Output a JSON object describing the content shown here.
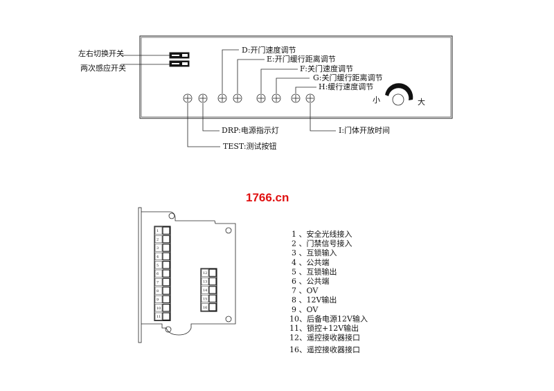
{
  "panel": {
    "switches": [
      "左右切换开关",
      "两次感应开关"
    ],
    "adjusters": {
      "d": "D:开门速度调节",
      "e": "E:开门缓行距离调节",
      "f": "F:关门速度调节",
      "g": "G:关门缓行距离调节",
      "h": "H:缓行速度调节",
      "i": "I:门体开放时间",
      "drp": "DRP:电源指示灯",
      "test": "TEST:测试按钮"
    },
    "knob": {
      "min_label": "小",
      "max_label": "大"
    }
  },
  "watermark": "1766.cn",
  "board": {
    "block_a": [
      "1",
      "2",
      "3",
      "4",
      "5",
      "6",
      "7",
      "8",
      "9",
      "10",
      "11"
    ],
    "block_b": [
      "12",
      "13",
      "14",
      "15",
      "16"
    ]
  },
  "legend": [
    "1 、安全光线接入",
    "2 、门禁信号接入",
    "3 、互锁输入",
    "4 、公共端",
    "5 、互锁输出",
    "6 、公共端",
    "7 、OV",
    "8 、12V输出",
    "9 、OV",
    "10、后备电源12V输入",
    "11、锁控+12V输出",
    "12、遥控接收器接口",
    "16、遥控接收器接口"
  ]
}
